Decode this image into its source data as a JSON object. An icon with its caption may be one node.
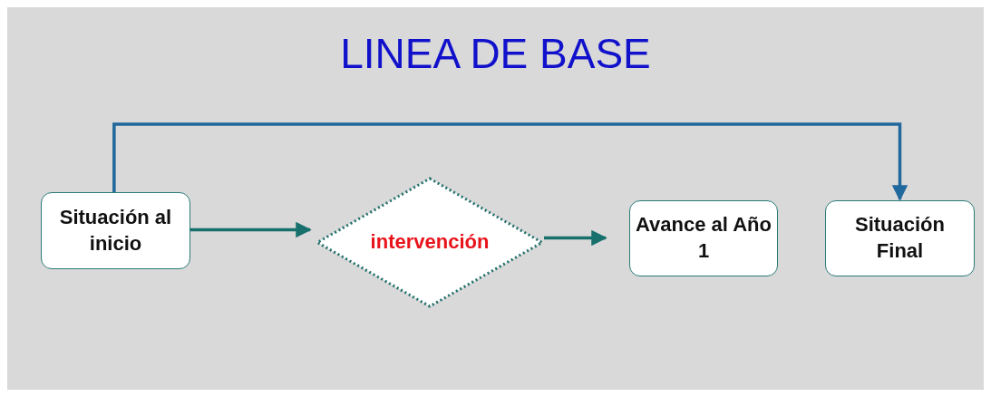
{
  "diagram": {
    "title": "LINEA DE BASE",
    "nodes": [
      {
        "text": [
          "Situación al inicio"
        ]
      },
      {
        "text": [
          "intervención"
        ]
      },
      {
        "text": [
          "Avance al Año 1"
        ]
      },
      {
        "text": [
          "Situación Final"
        ]
      }
    ],
    "edges": [
      {
        "from": 0,
        "to": 1,
        "arrow": "to"
      },
      {
        "from": 1,
        "to": 2,
        "arrow": "to"
      },
      {
        "from": 0,
        "to": 3,
        "arrow": "to",
        "color": "#21689c"
      }
    ]
  }
}
